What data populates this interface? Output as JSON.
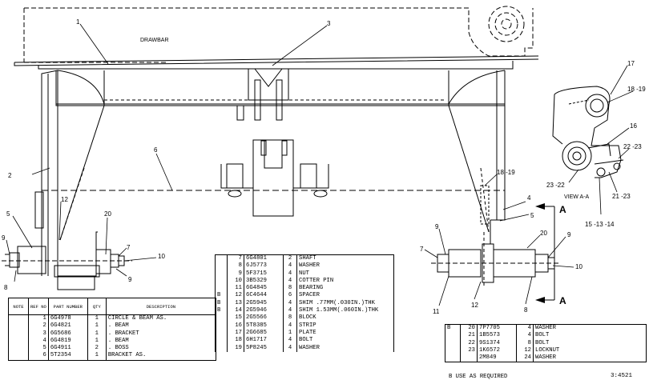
{
  "diagram": {
    "drawbar_label": "DRAWBAR",
    "view_label": "VIEW A-A",
    "section_marker": "A",
    "figure_id": "3:4521",
    "footnote": "B  USE AS REQUIRED",
    "callouts": {
      "c1": "1",
      "c2": "2",
      "c3": "3",
      "c4": "4",
      "c5": "5",
      "c6": "6",
      "c7": "7",
      "c8": "8",
      "c9": "9",
      "c10": "10",
      "c11": "11",
      "c12": "12",
      "c16": "16",
      "c17": "17",
      "c20": "20",
      "c18_19": "18 -19",
      "c21_23": "21 -23",
      "c22_23": "22 -23",
      "c23_22": "23 -22",
      "c15_13_14": "15 -13 -14"
    }
  },
  "parts_table_left": {
    "headers": [
      "NOTE",
      "REF NO",
      "PART NUMBER",
      "QTY",
      "DESCRIPTION"
    ],
    "rows": [
      {
        "note": "",
        "ref": "1",
        "part": "6G4978",
        "qty": "1",
        "desc": "CIRCLE & BEAM AS."
      },
      {
        "note": "",
        "ref": "2",
        "part": "6G4821",
        "qty": "1",
        "desc": ". BEAM"
      },
      {
        "note": "",
        "ref": "3",
        "part": "6G5686",
        "qty": "1",
        "desc": ". BRACKET"
      },
      {
        "note": "",
        "ref": "4",
        "part": "6G4819",
        "qty": "1",
        "desc": ". BEAM"
      },
      {
        "note": "",
        "ref": "5",
        "part": "6G4911",
        "qty": "2",
        "desc": ". BOSS"
      },
      {
        "note": "",
        "ref": "6",
        "part": "5T2354",
        "qty": "1",
        "desc": "BRACKET AS."
      }
    ]
  },
  "parts_table_mid": {
    "rows": [
      {
        "note": "",
        "ref": "7",
        "part": "6G4801",
        "qty": "2",
        "desc": "SHAFT"
      },
      {
        "note": "",
        "ref": "8",
        "part": "6J5773",
        "qty": "4",
        "desc": "WASHER"
      },
      {
        "note": "",
        "ref": "9",
        "part": "5F3715",
        "qty": "4",
        "desc": "NUT"
      },
      {
        "note": "",
        "ref": "10",
        "part": "3B5329",
        "qty": "4",
        "desc": "COTTER PIN"
      },
      {
        "note": "",
        "ref": "11",
        "part": "6G4845",
        "qty": "8",
        "desc": "BEARING"
      },
      {
        "note": "B",
        "ref": "12",
        "part": "6C4644",
        "qty": "6",
        "desc": "SPACER"
      },
      {
        "note": "B",
        "ref": "13",
        "part": "2G5945",
        "qty": "4",
        "desc": "SHIM .77MM(.030IN.)THK"
      },
      {
        "note": "B",
        "ref": "14",
        "part": "2G5946",
        "qty": "4",
        "desc": "SHIM 1.53MM(.060IN.)THK"
      },
      {
        "note": "",
        "ref": "15",
        "part": "2G5566",
        "qty": "8",
        "desc": "BLOCK"
      },
      {
        "note": "",
        "ref": "16",
        "part": "5T8385",
        "qty": "4",
        "desc": "STRIP"
      },
      {
        "note": "",
        "ref": "17",
        "part": "2G6685",
        "qty": "1",
        "desc": "PLATE"
      },
      {
        "note": "",
        "ref": "18",
        "part": "6H1717",
        "qty": "4",
        "desc": "BOLT"
      },
      {
        "note": "",
        "ref": "19",
        "part": "5P8245",
        "qty": "4",
        "desc": "WASHER"
      }
    ]
  },
  "parts_table_right": {
    "rows": [
      {
        "note": "B",
        "ref": "20",
        "part": "7P7705",
        "qty": "4",
        "desc": "WASHER"
      },
      {
        "note": "",
        "ref": "21",
        "part": "1B5573",
        "qty": "4",
        "desc": "BOLT"
      },
      {
        "note": "",
        "ref": "22",
        "part": "9S1374",
        "qty": "8",
        "desc": "BOLT"
      },
      {
        "note": "",
        "ref": "23",
        "part": "1K6572",
        "qty": "12",
        "desc": "LOCKNUT"
      },
      {
        "note": "",
        "ref": "",
        "part": "2M849",
        "qty": "24",
        "desc": "WASHER"
      }
    ]
  }
}
